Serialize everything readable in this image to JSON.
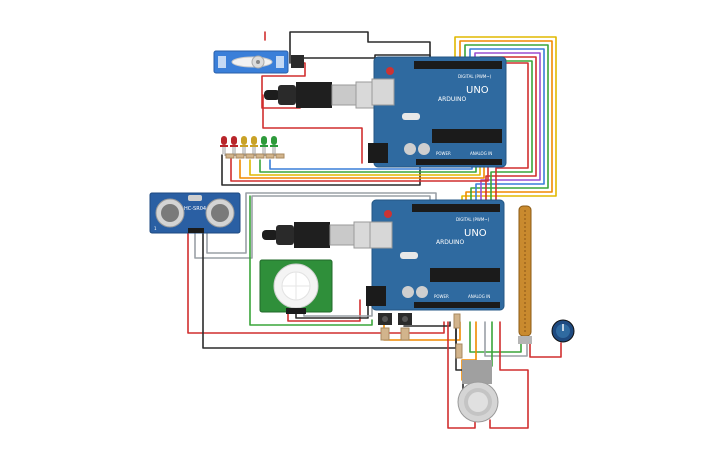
{
  "boards": [
    {
      "id": "uno-top",
      "logo_text": "ARDUINO",
      "model": "UNO",
      "digital_label": "DIGITAL (PWM~)",
      "power_label": "POWER",
      "analog_label": "ANALOG IN"
    },
    {
      "id": "uno-bottom",
      "logo_text": "ARDUINO",
      "model": "UNO",
      "digital_label": "DIGITAL (PWM~)",
      "power_label": "POWER",
      "analog_label": "ANALOG IN"
    }
  ],
  "ultrasonic": {
    "label": "HC-SR04",
    "pin_label": "1"
  },
  "led_colors": [
    "#b8262b",
    "#b8262b",
    "#c9a227",
    "#c9a227",
    "#2e9a3b",
    "#2e9a3b"
  ],
  "colors": {
    "board_blue": "#2f6aa0",
    "board_dark": "#245784",
    "wire_red": "#d12f2f",
    "wire_black": "#2b2b2b",
    "wire_green": "#3aa53a",
    "wire_yellow": "#e0b800",
    "wire_orange": "#f08a00",
    "wire_blue": "#3a7fd9",
    "wire_purple": "#9b4fd0",
    "wire_gray": "#9aa0a6",
    "pcb_green": "#2f8f3a"
  }
}
